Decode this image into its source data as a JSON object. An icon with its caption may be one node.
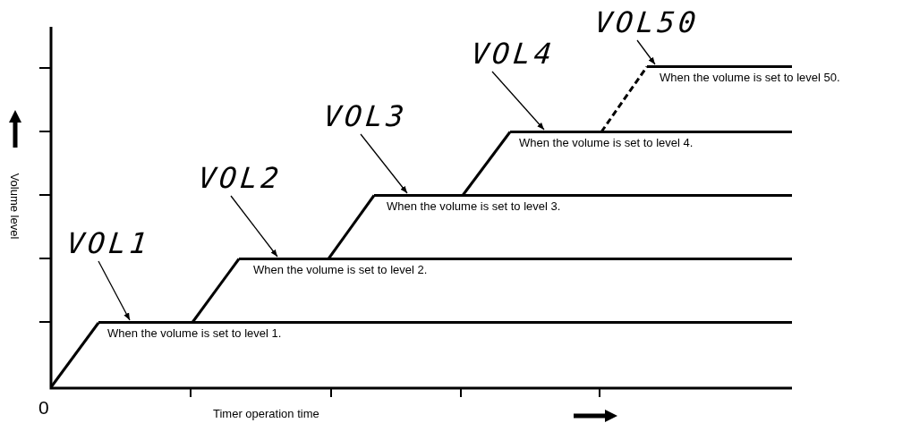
{
  "diagram": {
    "nodes": [
      {
        "text": [
          "VOL1"
        ]
      },
      {
        "text": [
          "VOL2"
        ]
      },
      {
        "text": [
          "VOL3"
        ]
      },
      {
        "text": [
          "VOL4"
        ]
      },
      {
        "text": [
          "VOL50"
        ]
      },
      {
        "text": [],
        "shape": "line",
        "beside": [
          "When the volume is set to level 1."
        ]
      },
      {
        "text": [],
        "shape": "line",
        "beside": [
          "When the volume is set to level 2."
        ]
      },
      {
        "text": [],
        "shape": "line",
        "beside": [
          "When the volume is set to level 3."
        ]
      },
      {
        "text": [],
        "shape": "line",
        "beside": [
          "When the volume is set to level 4."
        ]
      },
      {
        "text": [],
        "shape": "line",
        "beside": [
          "When the volume is set to level 50."
        ]
      }
    ],
    "edges": [
      {
        "from": 0,
        "to": 5,
        "arrow": "to"
      },
      {
        "from": 1,
        "to": 6,
        "arrow": "to"
      },
      {
        "from": 2,
        "to": 7,
        "arrow": "to"
      },
      {
        "from": 3,
        "to": 8,
        "arrow": "to"
      },
      {
        "from": 4,
        "to": 9,
        "arrow": "to"
      },
      {
        "from": 5,
        "to": 6,
        "arrow": "none",
        "style": "thick"
      },
      {
        "from": 6,
        "to": 7,
        "arrow": "none",
        "style": "thick"
      },
      {
        "from": 7,
        "to": 8,
        "arrow": "none",
        "style": "thick"
      },
      {
        "from": 8,
        "to": 9,
        "arrow": "none",
        "style": "dashed"
      }
    ],
    "labels": [
      "Volume level",
      "0",
      "Timer operation time"
    ]
  }
}
